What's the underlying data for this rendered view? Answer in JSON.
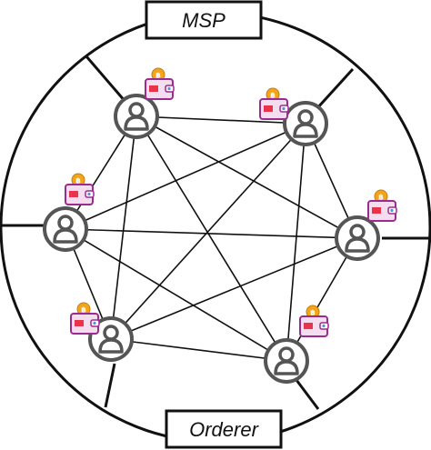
{
  "labels": {
    "top": "MSP",
    "bottom": "Orderer"
  },
  "nodes": [
    {
      "id": "peer-top-left",
      "icon": "user-icon",
      "wallet": "wallet-icon",
      "coin": "bitcoin-coin-icon"
    },
    {
      "id": "peer-top-right",
      "icon": "user-icon",
      "wallet": "wallet-icon",
      "coin": "bitcoin-coin-icon"
    },
    {
      "id": "peer-left",
      "icon": "user-icon",
      "wallet": "wallet-icon",
      "coin": "bitcoin-coin-icon"
    },
    {
      "id": "peer-right",
      "icon": "user-icon",
      "wallet": "wallet-icon",
      "coin": "bitcoin-coin-icon"
    },
    {
      "id": "peer-bottom-left",
      "icon": "user-icon",
      "wallet": "wallet-icon",
      "coin": "bitcoin-coin-icon"
    },
    {
      "id": "peer-bottom-right",
      "icon": "user-icon",
      "wallet": "wallet-icon",
      "coin": "bitcoin-coin-icon"
    }
  ],
  "connections": "all-to-all",
  "colors": {
    "stroke": "#111111",
    "user": "#555555",
    "coin": "#f2a51a",
    "wallet_outline": "#9b2c8f",
    "wallet_fill": "#f3ddef",
    "card": "#e8334a",
    "clasp": "#5a8fd6"
  }
}
